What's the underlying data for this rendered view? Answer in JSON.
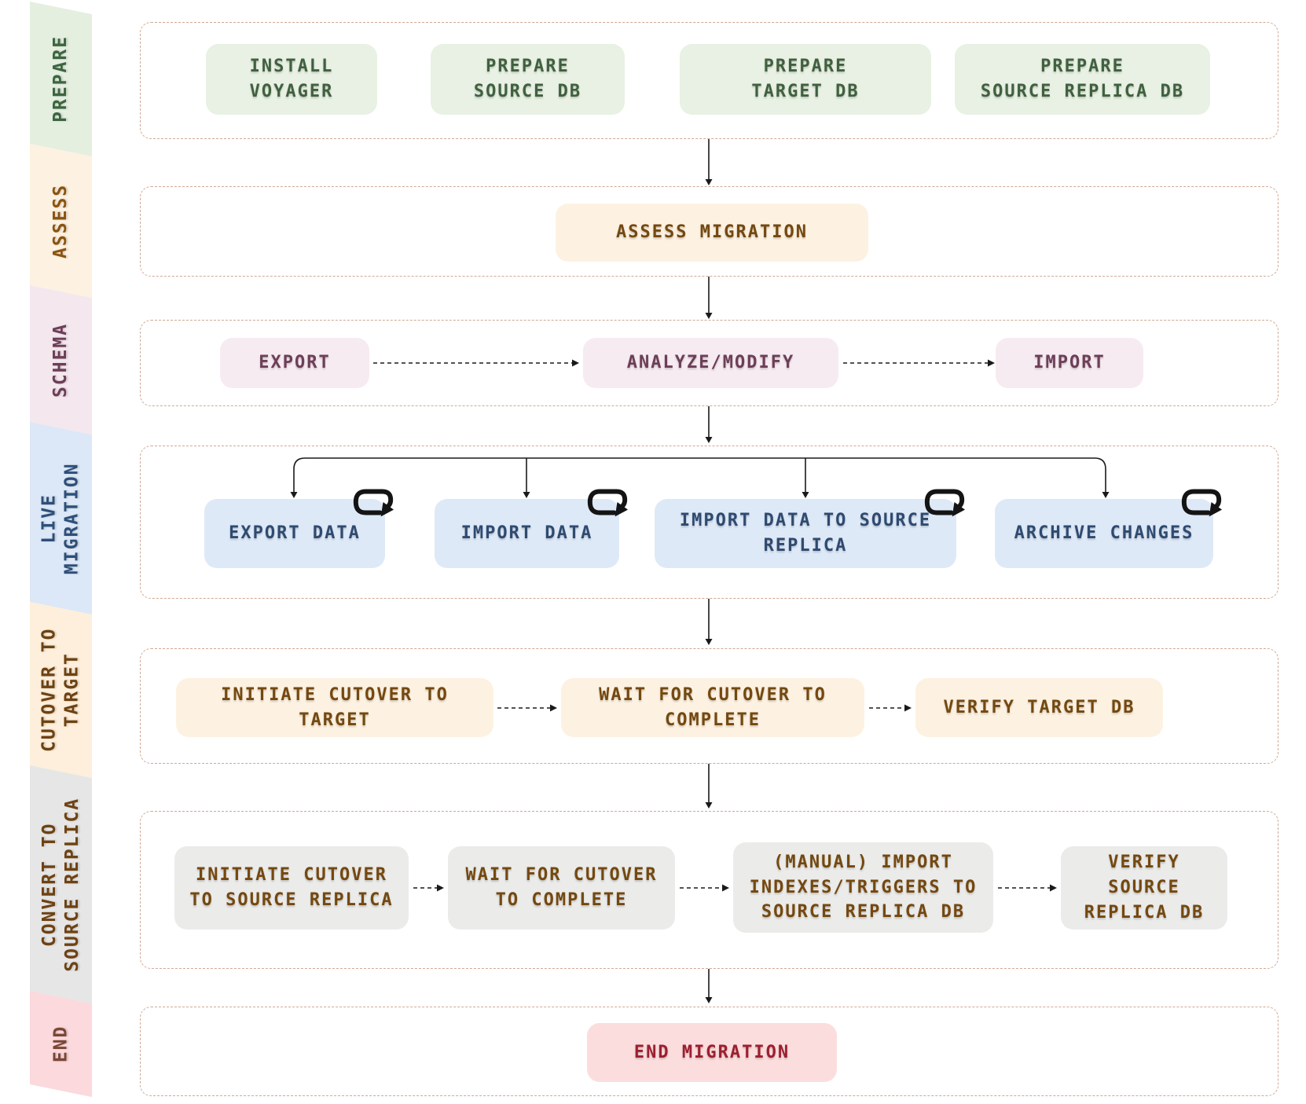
{
  "sidebar": {
    "phases": [
      {
        "label": "PREPARE"
      },
      {
        "label": "ASSESS"
      },
      {
        "label": "SCHEMA"
      },
      {
        "label": "LIVE\nMIGRATION"
      },
      {
        "label": "CUTOVER TO\nTARGET"
      },
      {
        "label": "CONVERT TO\nSOURCE REPLICA"
      },
      {
        "label": "END"
      }
    ]
  },
  "flow": {
    "rows": [
      {
        "name": "prepare",
        "boxes": [
          {
            "label": "INSTALL\nVOYAGER"
          },
          {
            "label": "PREPARE\nSOURCE DB"
          },
          {
            "label": "PREPARE\nTARGET DB"
          },
          {
            "label": "PREPARE\nSOURCE REPLICA DB"
          }
        ]
      },
      {
        "name": "assess",
        "boxes": [
          {
            "label": "ASSESS MIGRATION"
          }
        ]
      },
      {
        "name": "schema",
        "boxes": [
          {
            "label": "EXPORT"
          },
          {
            "label": "ANALYZE/MODIFY"
          },
          {
            "label": "IMPORT"
          }
        ]
      },
      {
        "name": "live-migration",
        "boxes": [
          {
            "label": "EXPORT DATA",
            "loop": true
          },
          {
            "label": "IMPORT DATA",
            "loop": true
          },
          {
            "label": "IMPORT DATA TO SOURCE\nREPLICA",
            "loop": true
          },
          {
            "label": "ARCHIVE CHANGES",
            "loop": true
          }
        ]
      },
      {
        "name": "cutover-to-target",
        "boxes": [
          {
            "label": "INITIATE CUTOVER TO\nTARGET"
          },
          {
            "label": "WAIT FOR CUTOVER TO\nCOMPLETE"
          },
          {
            "label": "VERIFY TARGET DB"
          }
        ]
      },
      {
        "name": "convert-to-source-replica",
        "boxes": [
          {
            "label": "INITIATE CUTOVER\nTO SOURCE REPLICA"
          },
          {
            "label": "WAIT FOR CUTOVER\nTO COMPLETE"
          },
          {
            "label": "(MANUAL) IMPORT\nINDEXES/TRIGGERS TO\nSOURCE REPLICA DB"
          },
          {
            "label": "VERIFY SOURCE\nREPLICA DB"
          }
        ]
      },
      {
        "name": "end",
        "boxes": [
          {
            "label": "END MIGRATION"
          }
        ]
      }
    ]
  },
  "icons": {
    "loop": "repeat-loop-arrow"
  },
  "palette": {
    "prepare_fill": "#e8f1e3",
    "prepare_text": "#40603f",
    "assess_fill": "#fdf2e2",
    "assess_text": "#74480f",
    "schema_fill": "#f6ebf1",
    "schema_text": "#6d3e57",
    "live_fill": "#dee9f8",
    "live_text": "#2e4a70",
    "convert_fill": "#ebebea",
    "convert_text": "#74480f",
    "end_fill": "#fcdddd",
    "end_text": "#9c1f30",
    "row_border": "#cfa994",
    "arrow": "#1a1a1a"
  }
}
